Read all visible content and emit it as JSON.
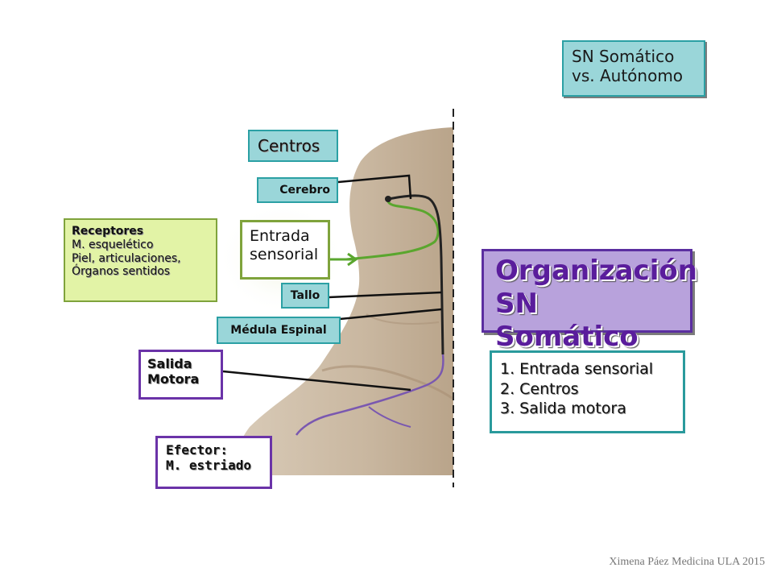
{
  "comparison_box": {
    "line1": "SN Somático",
    "line2": "vs. Autónomo"
  },
  "centros_label": "Centros",
  "cerebro_label": "Cerebro",
  "tallo_label": "Tallo",
  "medula_label": "Médula Espinal",
  "entrada_label": {
    "line1": "Entrada",
    "line2": "sensorial"
  },
  "receptores": {
    "title": "Receptores",
    "items": [
      "M. esquelético",
      "Piel, articulaciones,",
      "Órganos sentidos"
    ]
  },
  "salida_label": {
    "line1": "Salida",
    "line2": "Motora"
  },
  "efector_label": {
    "line1": "Efector:",
    "line2": "M. estriado"
  },
  "title_box": {
    "line1": "Organización",
    "line2": "SN Somático"
  },
  "steps": [
    "1. Entrada sensorial",
    "2. Centros",
    "3. Salida motora"
  ],
  "credit": "Ximena Páez Medicina ULA 2015",
  "colors": {
    "cyan": "#9ad6d9",
    "purple": "#6b33a8",
    "green": "#e2f3a6",
    "teal": "#2a9a9c",
    "nerve_green": "#5aa62e"
  }
}
